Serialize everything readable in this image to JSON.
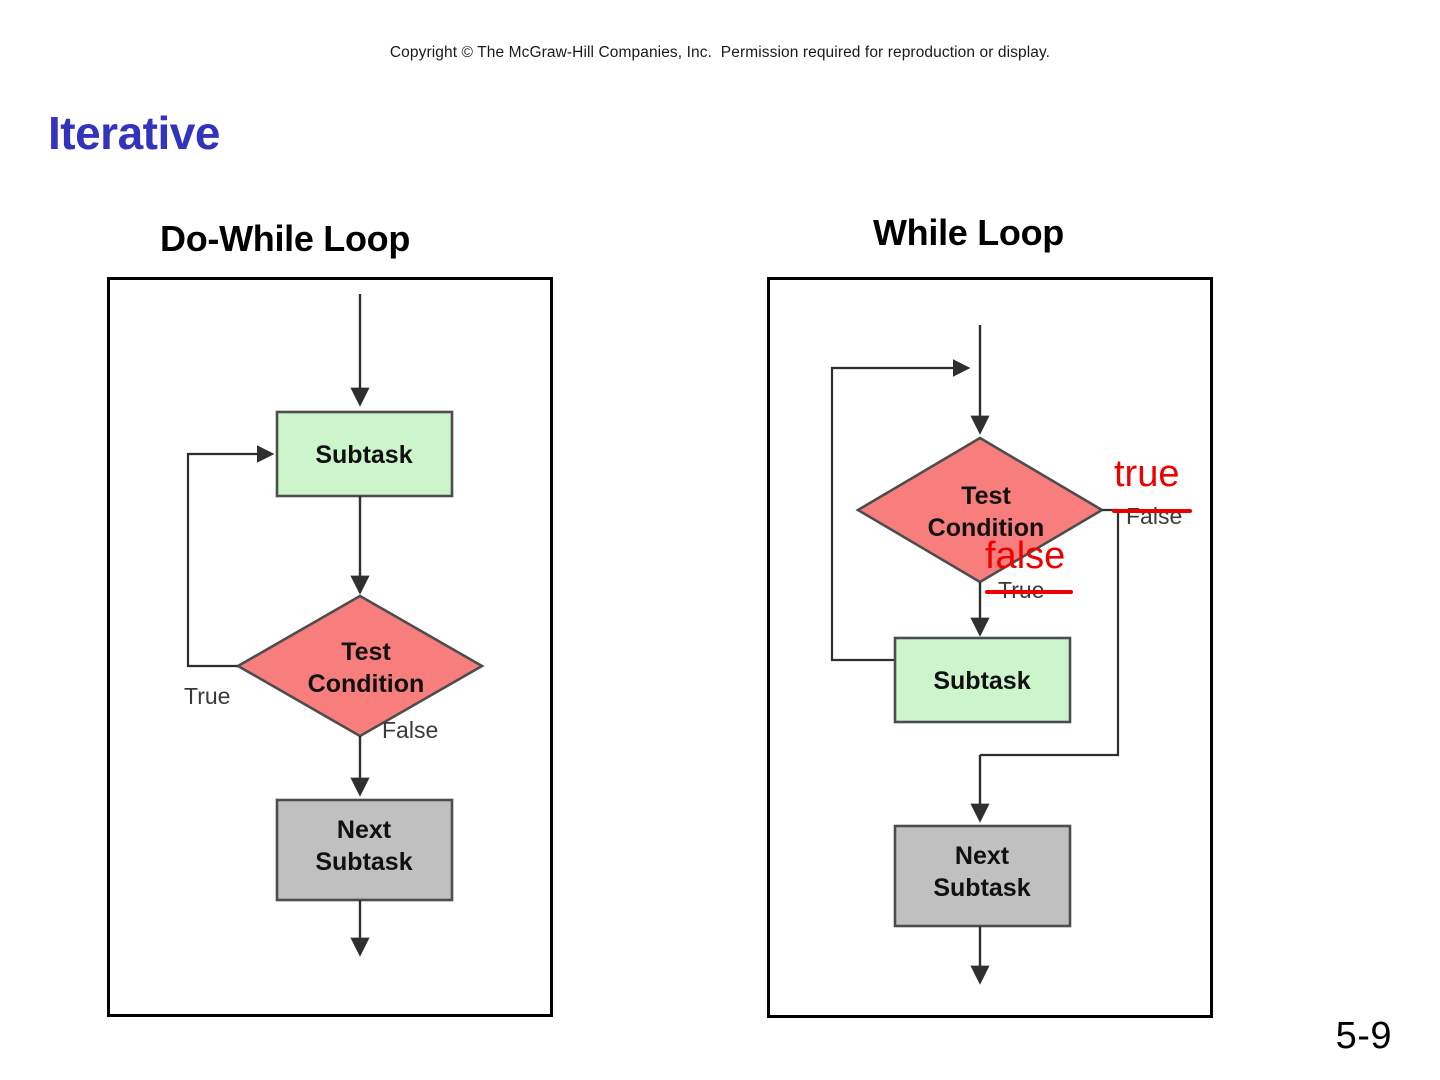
{
  "slide": {
    "copyright": "Copyright © The McGraw-Hill Companies, Inc.  Permission required for reproduction or display.",
    "title": "Iterative",
    "page_number": "5-9"
  },
  "colors": {
    "title": "#3333bb",
    "process_fill": "#ccf5cc",
    "decision_fill": "#f87e7e",
    "next_fill": "#c0c0c0",
    "stroke": "#4d4d4d",
    "annotation_red": "#ee0000",
    "frame_border": "#000000",
    "background": "#ffffff"
  },
  "charts": [
    {
      "id": "do-while",
      "heading": "Do-While Loop",
      "nodes": [
        {
          "key": "subtask",
          "shape": "process",
          "label": "Subtask"
        },
        {
          "key": "test",
          "shape": "decision",
          "label_line1": "Test",
          "label_line2": "Condition"
        },
        {
          "key": "next_subtask",
          "shape": "terminal",
          "label_line1": "Next",
          "label_line2": "Subtask"
        }
      ],
      "edge_labels": {
        "loop_back": "True",
        "exit": "False"
      }
    },
    {
      "id": "while",
      "heading": "While Loop",
      "nodes": [
        {
          "key": "test",
          "shape": "decision",
          "label_line1": "Test",
          "label_line2": "Condition"
        },
        {
          "key": "subtask",
          "shape": "process",
          "label": "Subtask"
        },
        {
          "key": "next_subtask",
          "shape": "terminal",
          "label_line1": "Next",
          "label_line2": "Subtask"
        }
      ],
      "edge_labels": {
        "exit_right": "False",
        "enter_body": "True"
      },
      "annotations": [
        {
          "key": "exit_right_corrected",
          "text": "true",
          "corrects": "False"
        },
        {
          "key": "enter_body_corrected",
          "text": "false",
          "corrects": "True"
        }
      ]
    }
  ]
}
